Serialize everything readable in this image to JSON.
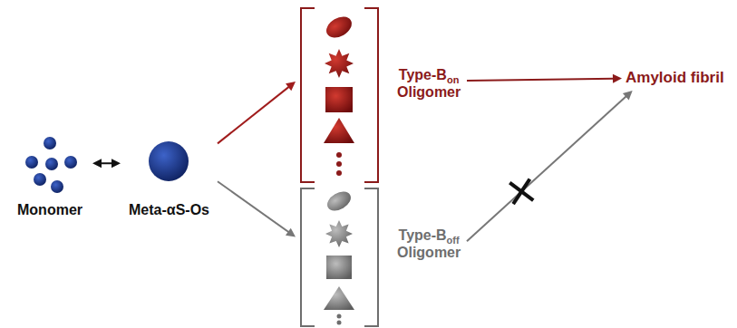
{
  "diagram": {
    "nodes": [
      {
        "text": [
          "Monomer"
        ]
      },
      {
        "text": [
          "Meta-αS-Os"
        ]
      },
      {
        "text": [
          "Type-B",
          "on",
          "Oligomer"
        ]
      },
      {
        "text": [
          "Type-B",
          "off",
          "Oligomer"
        ]
      },
      {
        "text": [
          "Amyloid fibril"
        ]
      }
    ],
    "edges": [
      {
        "from": 0,
        "to": 1,
        "arrow": "both"
      },
      {
        "from": 1,
        "to": 2,
        "arrow": "to"
      },
      {
        "from": 1,
        "to": 3,
        "arrow": "to"
      },
      {
        "from": 2,
        "to": 4,
        "arrow": "to"
      },
      {
        "from": 3,
        "to": 4,
        "arrow": "to"
      }
    ]
  }
}
